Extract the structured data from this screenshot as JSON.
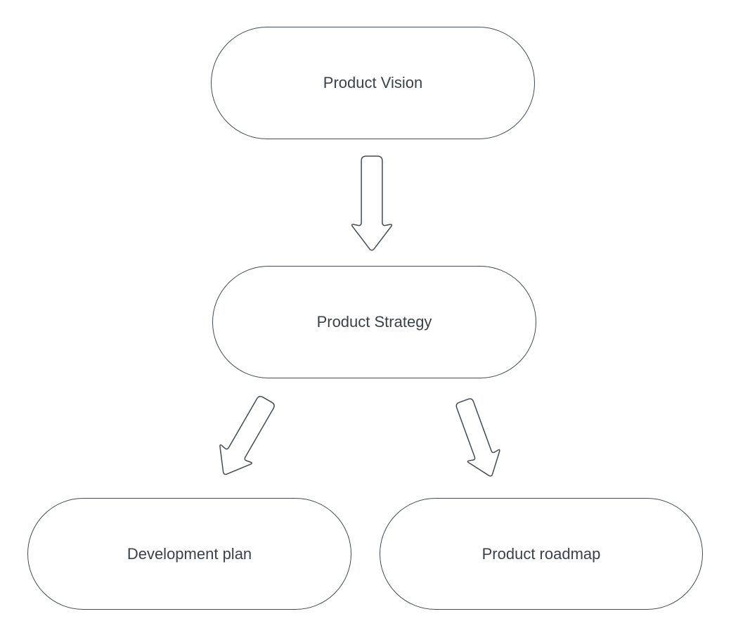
{
  "diagram": {
    "type": "flowchart",
    "colors": {
      "canvas_bg": "#ffffff",
      "node_fill": "#ffffff",
      "node_border": "#424b54",
      "text": "#39424c",
      "arrow_outline": "#424b54"
    },
    "nodes": [
      {
        "id": "product-vision",
        "label": "Product Vision",
        "shape": "terminator"
      },
      {
        "id": "product-strategy",
        "label": "Product Strategy",
        "shape": "terminator"
      },
      {
        "id": "development-plan",
        "label": "Development plan",
        "shape": "terminator"
      },
      {
        "id": "product-roadmap",
        "label": "Product roadmap",
        "shape": "terminator"
      }
    ],
    "edges": [
      {
        "from": "product-vision",
        "to": "product-strategy",
        "style": "hollow-block-arrow",
        "direction": "down"
      },
      {
        "from": "product-strategy",
        "to": "development-plan",
        "style": "hollow-block-arrow",
        "direction": "down-left"
      },
      {
        "from": "product-strategy",
        "to": "product-roadmap",
        "style": "hollow-block-arrow",
        "direction": "down-right"
      }
    ]
  }
}
